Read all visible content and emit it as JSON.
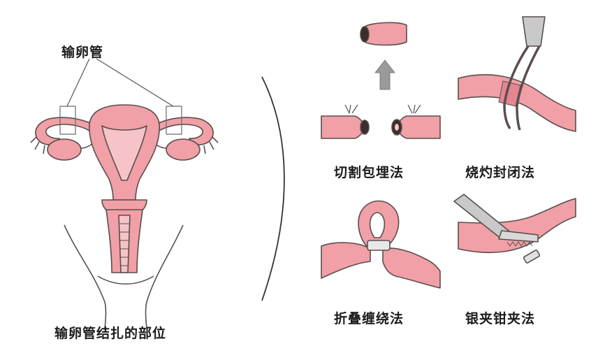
{
  "labels": {
    "fallopian_tube": "输卵管",
    "ligation_site": "输卵管结扎的部位",
    "method_cut_bury": "切割包埋法",
    "method_cauterize": "烧灼封闭法",
    "method_fold": "折叠缠绕法",
    "method_clip": "银夹钳夹法"
  },
  "colors": {
    "tissue": "#f0a0a6",
    "tissue_light": "#f6c4c8",
    "outline": "#5a4e4e",
    "instrument": "#c9c9c9",
    "arrow": "#9a9a9a"
  }
}
